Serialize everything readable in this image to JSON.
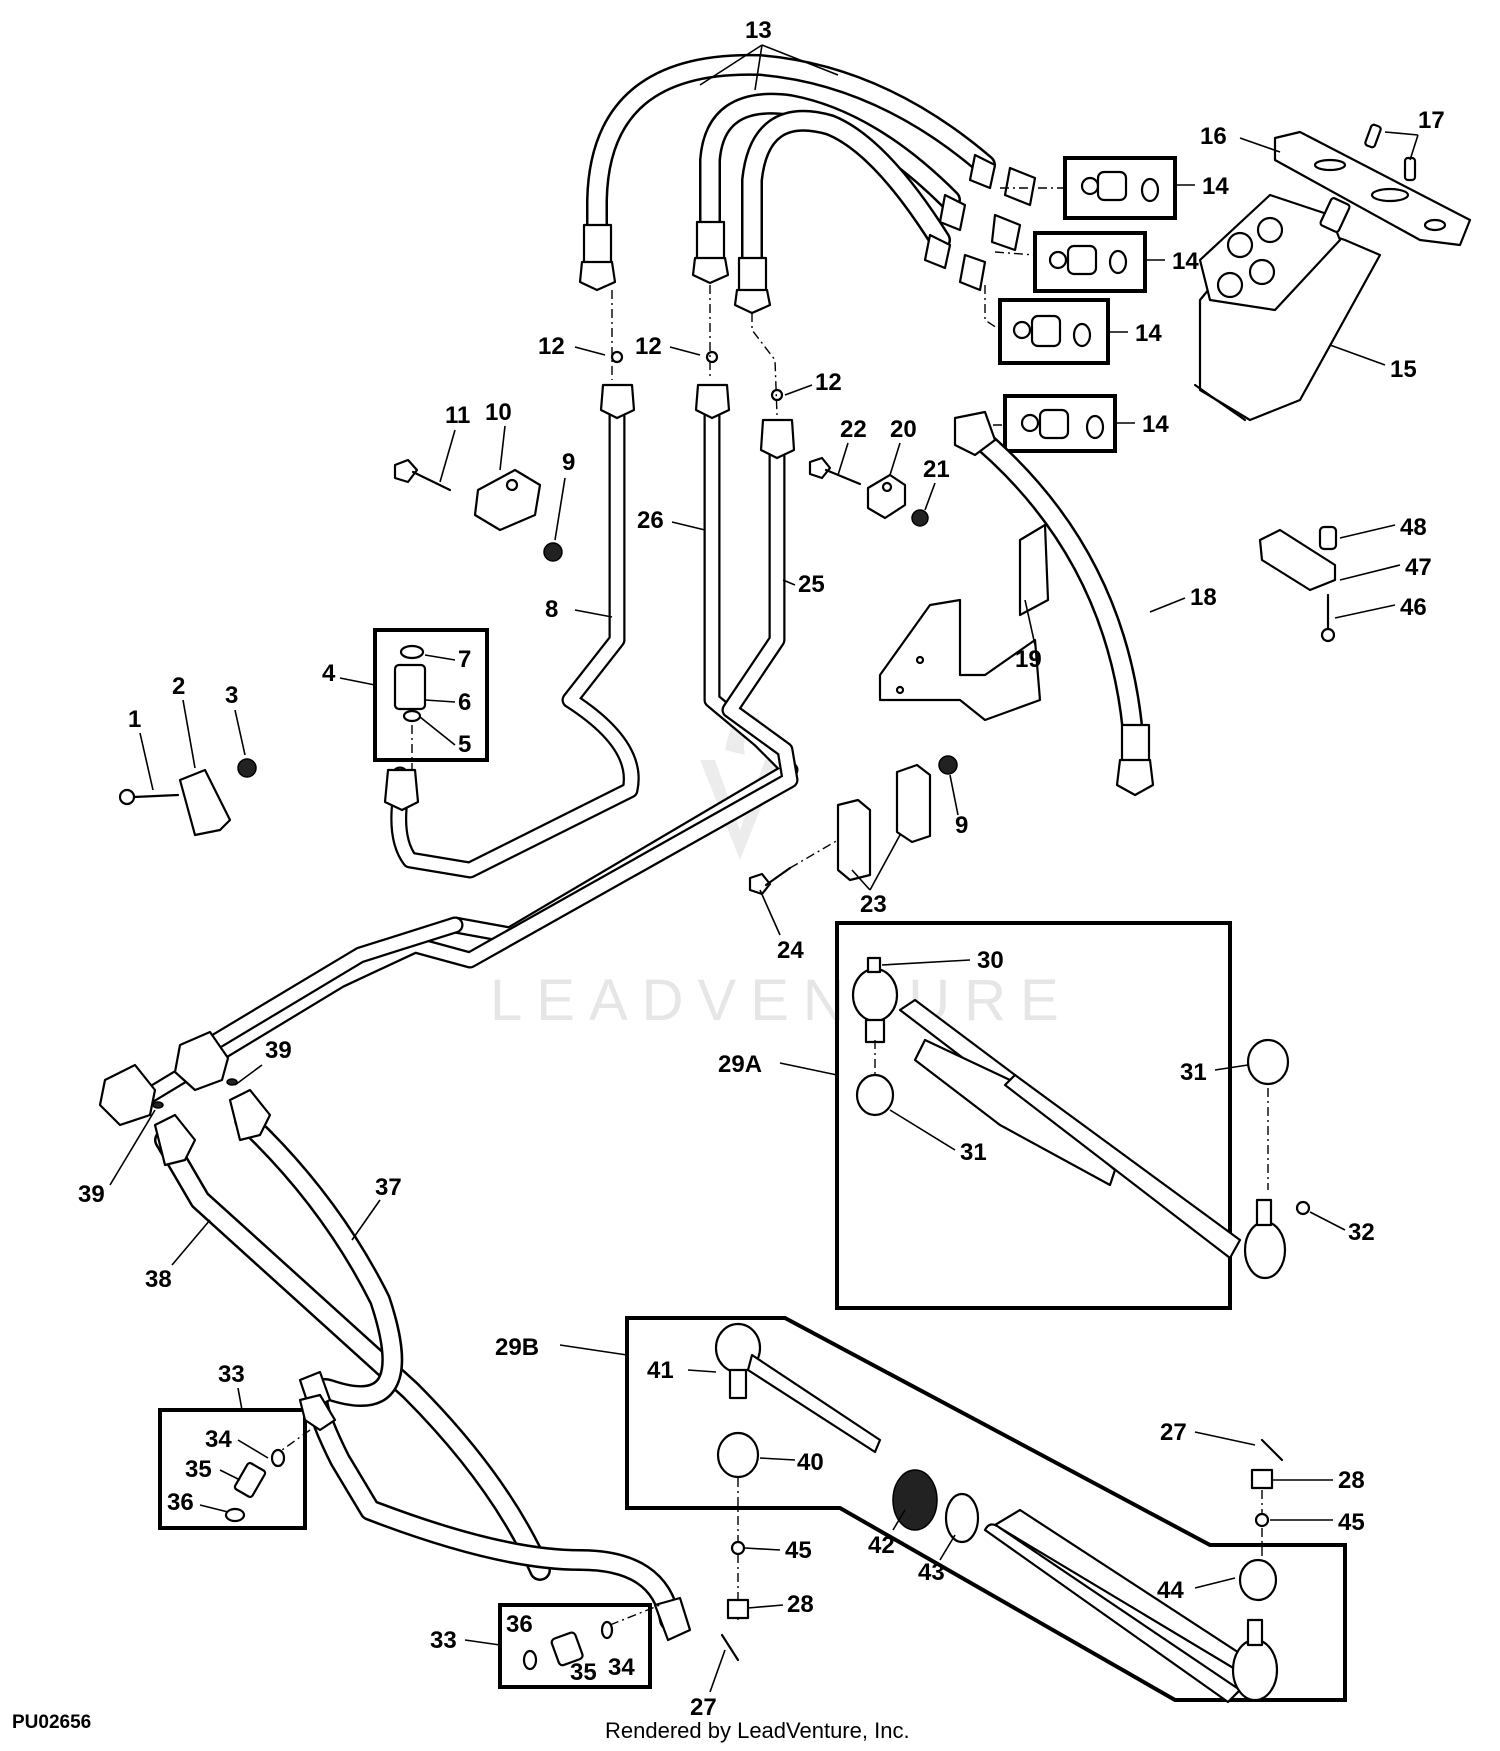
{
  "diagram": {
    "figure_id": "PU02656",
    "credit": "Rendered by LeadVenture, Inc.",
    "watermark": "LEADVENTURE",
    "callouts": {
      "c1": "1",
      "c2": "2",
      "c3": "3",
      "c4": "4",
      "c5": "5",
      "c6": "6",
      "c7": "7",
      "c8": "8",
      "c9a": "9",
      "c9b": "9",
      "c10": "10",
      "c11": "11",
      "c12a": "12",
      "c12b": "12",
      "c12c": "12",
      "c13": "13",
      "c14a": "14",
      "c14b": "14",
      "c14c": "14",
      "c14d": "14",
      "c15": "15",
      "c16": "16",
      "c17": "17",
      "c18": "18",
      "c19": "19",
      "c20": "20",
      "c21": "21",
      "c22": "22",
      "c23": "23",
      "c24": "24",
      "c25": "25",
      "c26": "26",
      "c27a": "27",
      "c27b": "27",
      "c28a": "28",
      "c28b": "28",
      "c29a": "29A",
      "c29b": "29B",
      "c30": "30",
      "c31a": "31",
      "c31b": "31",
      "c32": "32",
      "c33a": "33",
      "c33b": "33",
      "c34a": "34",
      "c34b": "34",
      "c35a": "35",
      "c35b": "35",
      "c36a": "36",
      "c36b": "36",
      "c37": "37",
      "c38": "38",
      "c39a": "39",
      "c39b": "39",
      "c40": "40",
      "c41": "41",
      "c42": "42",
      "c43": "43",
      "c44": "44",
      "c45a": "45",
      "c45b": "45",
      "c46": "46",
      "c47": "47",
      "c48": "48"
    }
  }
}
